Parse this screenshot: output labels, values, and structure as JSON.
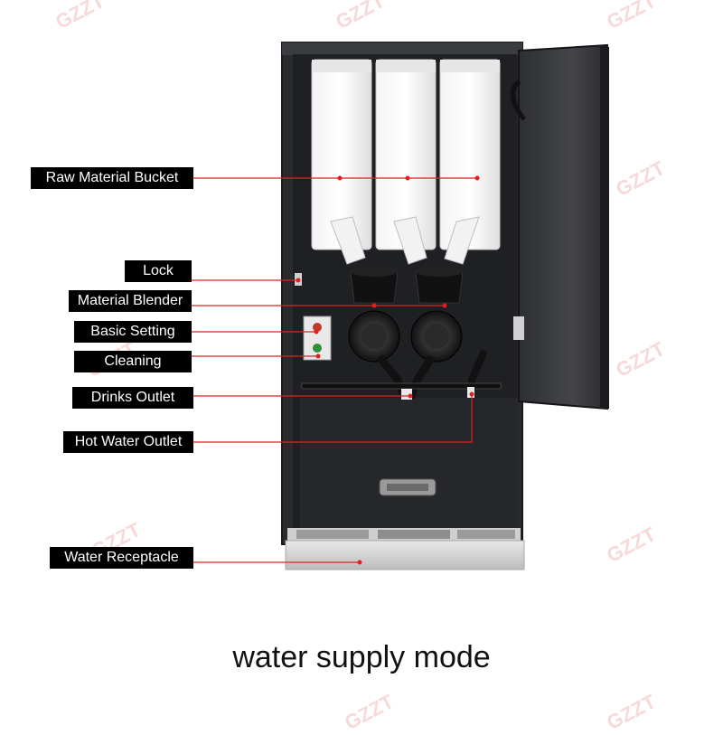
{
  "labels": {
    "raw_material_bucket": "Raw Material Bucket",
    "lock": "Lock",
    "material_blender": "Material Blender",
    "basic_setting": "Basic Setting",
    "cleaning": "Cleaning",
    "drinks_outlet": "Drinks Outlet",
    "hot_water_outlet": "Hot Water Outlet",
    "water_receptacle": "Water Receptacle"
  },
  "caption": "water supply mode",
  "watermark": "GZZT",
  "colors": {
    "leader_line": "#e02020",
    "label_bg": "#000000",
    "label_text": "#ffffff",
    "cabinet": "#2a2b2e",
    "door": "#3a3b3e"
  }
}
